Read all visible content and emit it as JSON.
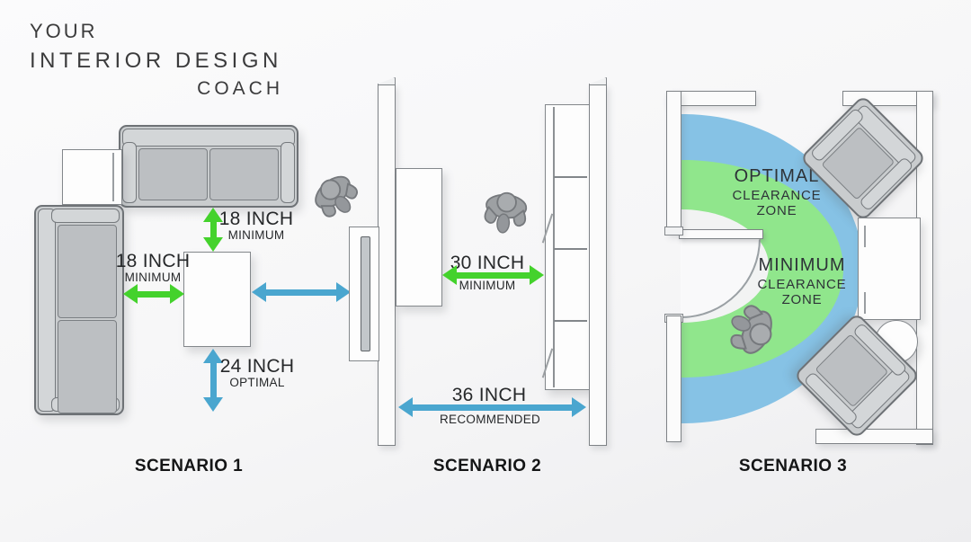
{
  "brand": {
    "line1": "YOUR",
    "line2": "INTERIOR DESIGN",
    "line3": "COACH"
  },
  "scenario1": {
    "label": "SCENARIO 1",
    "sofa_to_table_clearance": {
      "value": "18 INCH",
      "qualifier": "MINIMUM"
    },
    "side_sofa_to_table_clearance": {
      "value": "18 INCH",
      "qualifier": "MINIMUM"
    },
    "walkway_clearance": {
      "value": "24 INCH",
      "qualifier": "OPTIMAL"
    }
  },
  "scenario2": {
    "label": "SCENARIO 2",
    "tv_to_shelf_clearance": {
      "value": "30 INCH",
      "qualifier": "MINIMUM"
    },
    "wall_to_wall_clearance": {
      "value": "36 INCH",
      "qualifier": "RECOMMENDED"
    }
  },
  "scenario3": {
    "label": "SCENARIO 3",
    "optimal_zone": {
      "line1": "OPTIMAL",
      "line2": "CLEARANCE",
      "line3": "ZONE"
    },
    "minimum_zone": {
      "line1": "MINIMUM",
      "line2": "CLEARANCE",
      "line3": "ZONE"
    }
  },
  "colors": {
    "minimum_arrow_green": "#44d22c",
    "recommended_arrow_blue": "#4aa6cf",
    "optimal_zone_blue": "#86c2e5",
    "minimum_zone_green": "#90e68c"
  }
}
